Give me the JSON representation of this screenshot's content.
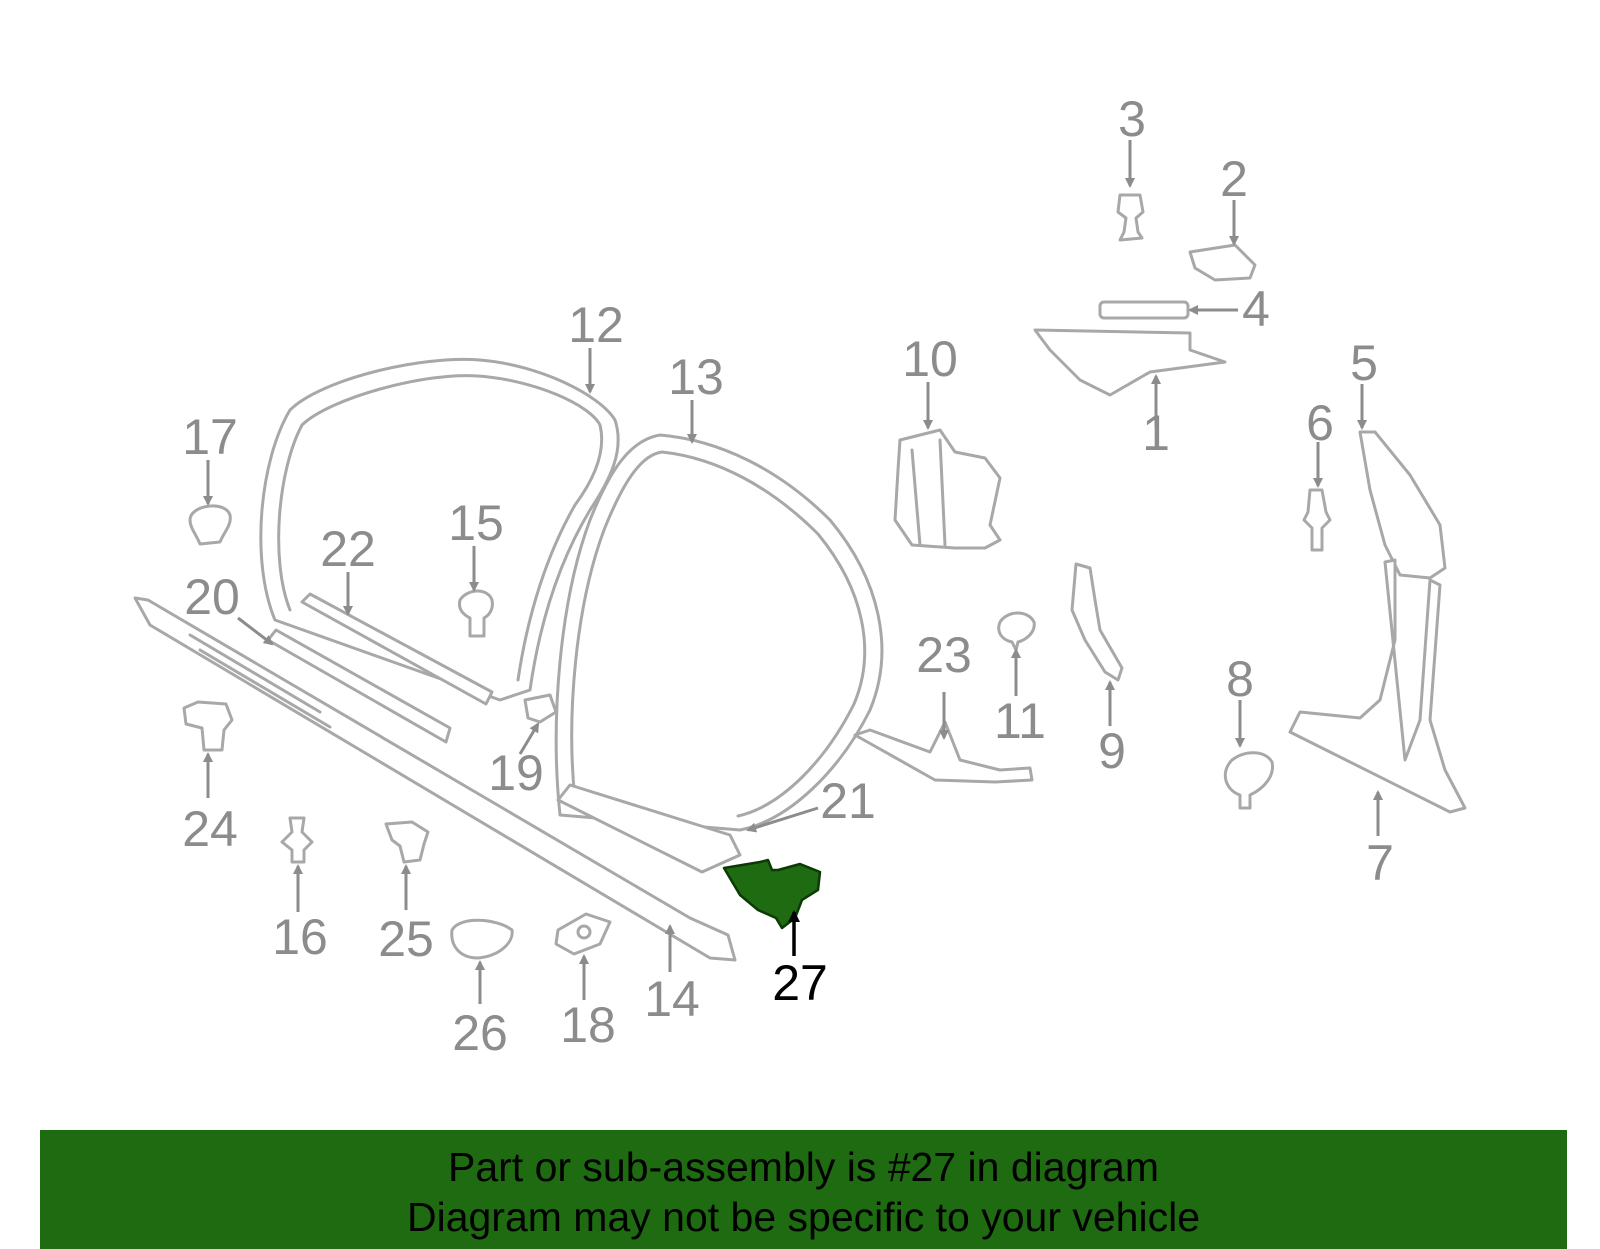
{
  "callouts": [
    "1",
    "2",
    "3",
    "4",
    "5",
    "6",
    "7",
    "8",
    "9",
    "10",
    "11",
    "12",
    "13",
    "14",
    "15",
    "16",
    "17",
    "18",
    "19",
    "20",
    "21",
    "22",
    "23",
    "24",
    "25",
    "26",
    "27"
  ],
  "selected_part": "27",
  "highlight_color": "#1e6b11",
  "banner": {
    "line1": "Part or sub-assembly is #27 in diagram",
    "line2": "Diagram may not be specific to your vehicle"
  }
}
